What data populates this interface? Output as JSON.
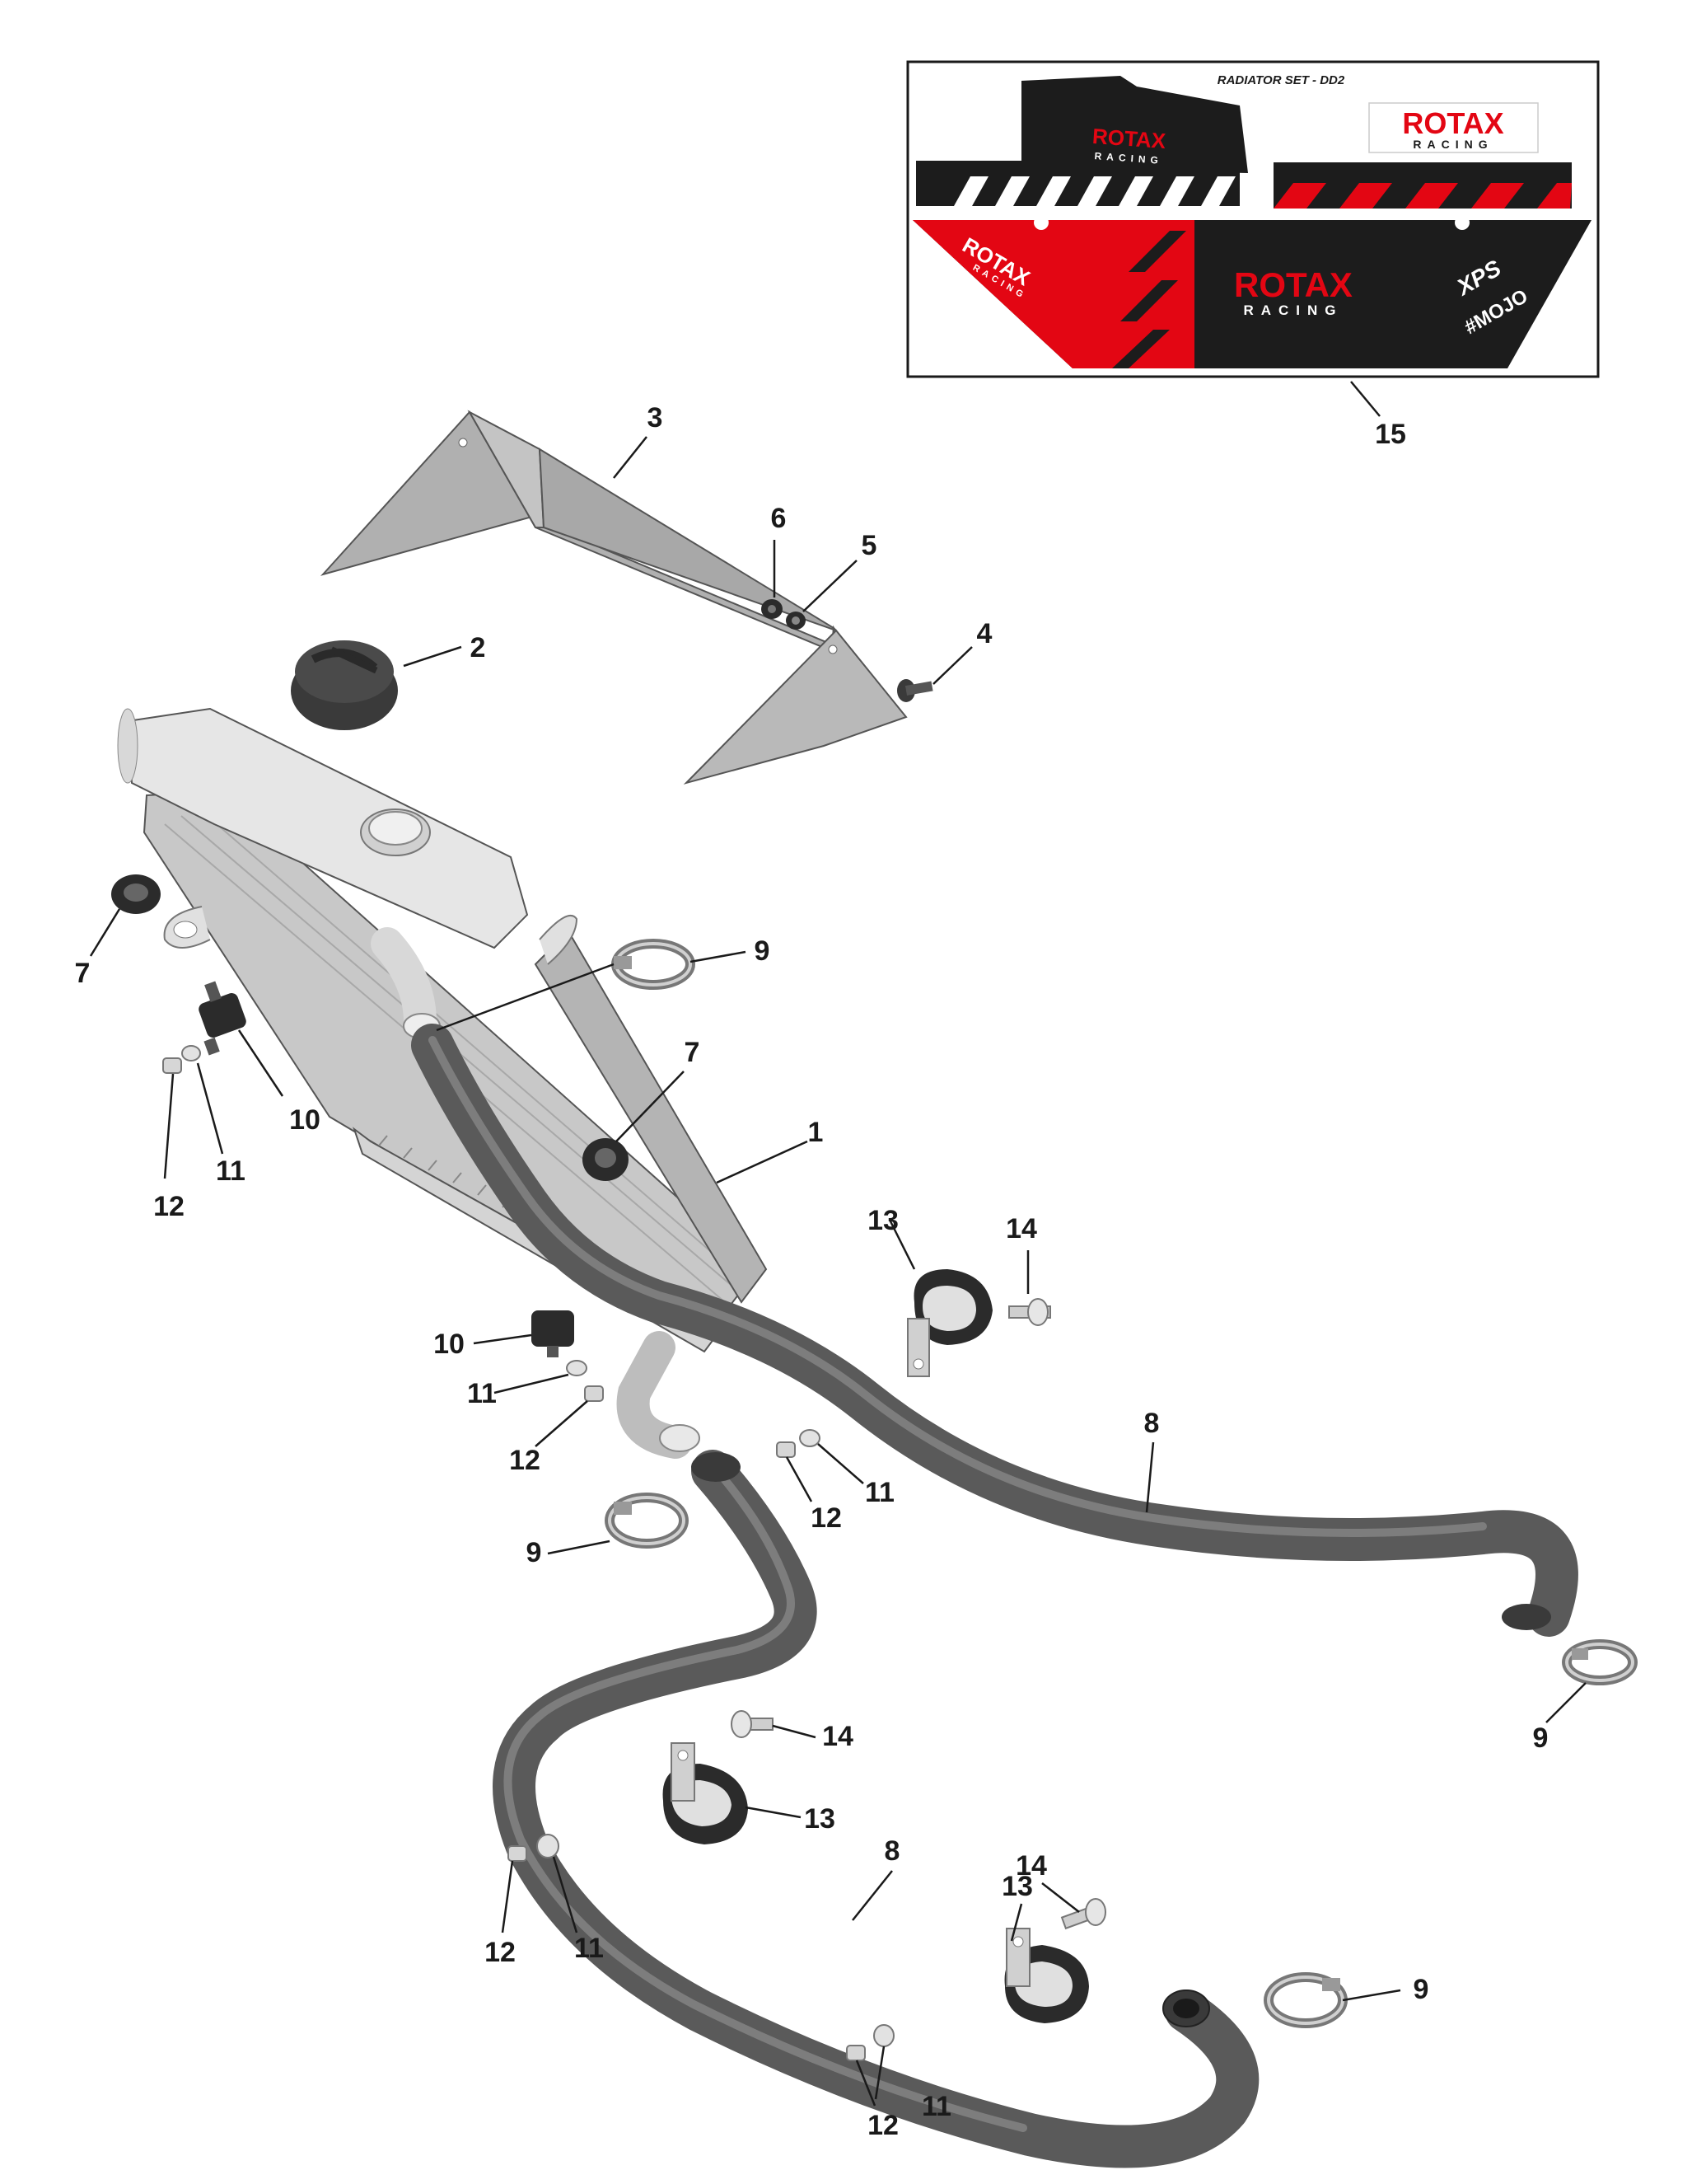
{
  "decal_panel": {
    "title": "RADIATOR SET - DD2",
    "brand_main": "ROTAX",
    "brand_sub": "RACING",
    "model_a": "XPS",
    "model_b": "#MOJO",
    "colors": {
      "red": "#e30613",
      "black": "#1c1c1c",
      "white": "#ffffff"
    }
  },
  "callouts": {
    "c1": "1",
    "c2": "2",
    "c3": "3",
    "c4": "4",
    "c5": "5",
    "c6": "6",
    "c7a": "7",
    "c7b": "7",
    "c8a": "8",
    "c8b": "8",
    "c9a": "9",
    "c9b": "9",
    "c9c": "9",
    "c9d": "9",
    "c10a": "10",
    "c10b": "10",
    "c11a": "11",
    "c11b": "11",
    "c11c": "11",
    "c11d": "11",
    "c11e": "11",
    "c12a": "12",
    "c12b": "12",
    "c12c": "12",
    "c12d": "12",
    "c12e": "12",
    "c13a": "13",
    "c13b": "13",
    "c13c": "13",
    "c14a": "14",
    "c14b": "14",
    "c14c": "14",
    "c15": "15"
  },
  "part_colors": {
    "metal": "#b5b5b5",
    "radiator": "#c9c9c9",
    "tank": "#e4e4e4",
    "hose": "#5a5a5a",
    "rubber": "#2b2b2b"
  }
}
